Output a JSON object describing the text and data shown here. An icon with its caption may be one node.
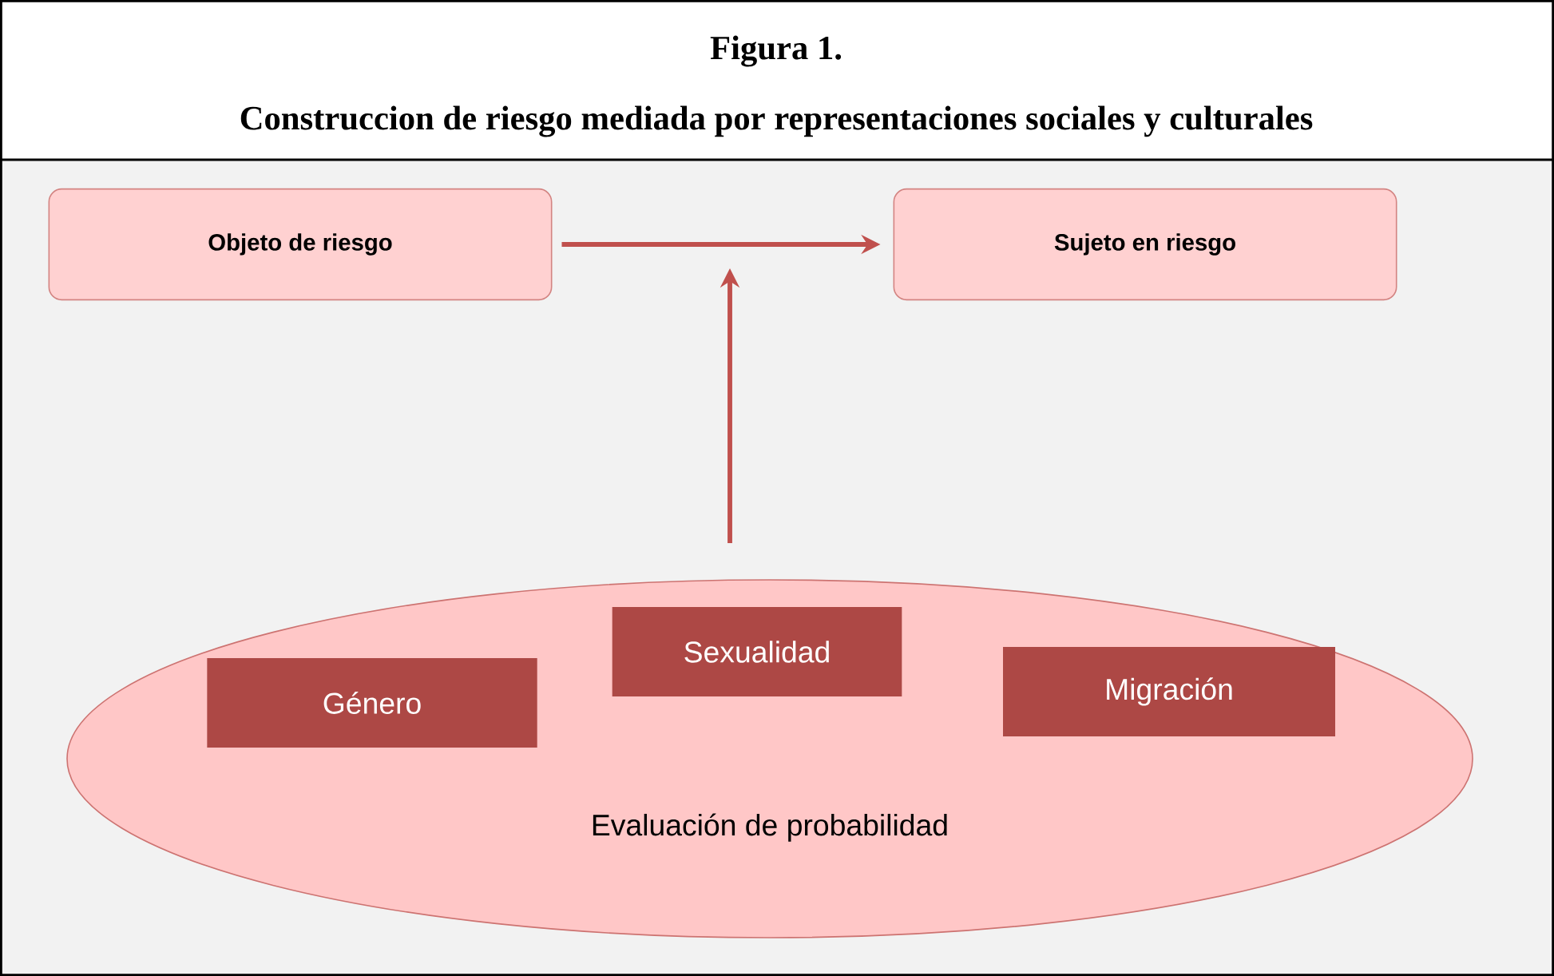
{
  "diagram": {
    "title": "Figura 1.",
    "nodes": [
      {
        "text": [
          "Objeto de riesgo"
        ]
      },
      {
        "text": [
          "Sujeto en riesgo"
        ]
      },
      {
        "text": [
          "Evaluación de probabilidad"
        ]
      },
      {
        "text": [
          "Género"
        ],
        "in": 2
      },
      {
        "text": [
          "Sexualidad"
        ],
        "in": 2
      },
      {
        "text": [
          "Migración"
        ],
        "in": 2
      }
    ],
    "edges": [
      {
        "from": 0,
        "to": 1,
        "arrow": "to"
      },
      {
        "from": 2,
        "to": null,
        "arrow": "to"
      }
    ],
    "labels": [
      "Construccion de riesgo mediada por representaciones sociales y culturales"
    ]
  }
}
